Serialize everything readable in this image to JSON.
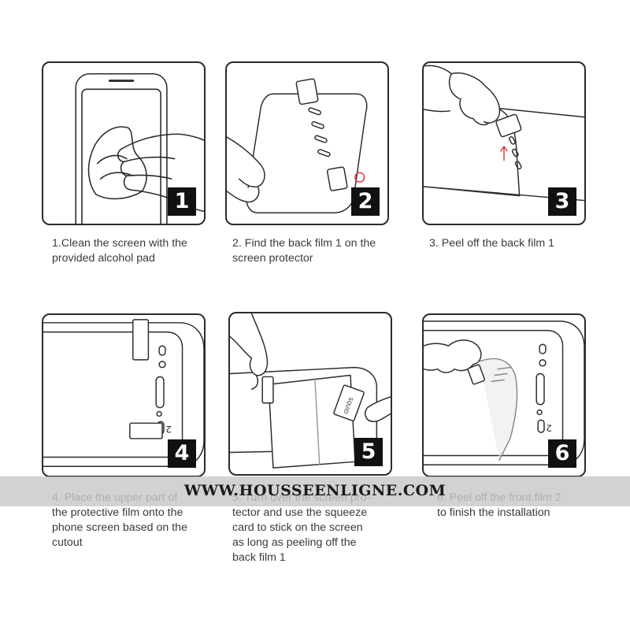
{
  "steps": [
    {
      "number": "1",
      "caption": "1.Clean the screen with the\nprovided alcohol pad"
    },
    {
      "number": "2",
      "caption": "2. Find the back film 1 on the\nscreen protector"
    },
    {
      "number": "3",
      "caption": "3. Peel off the back film 1"
    },
    {
      "number": "4",
      "caption": "4. Place the upper part of\nthe protective film onto the\nphone screen based on the\ncutout"
    },
    {
      "number": "5",
      "caption": "5. Turn over the screen pro-\ntector and use the squeeze\ncard to stick on the screen\nas long as peeling off the\nback film 1"
    },
    {
      "number": "6",
      "caption": "6. Peel off the front film 2\nto finish the installation"
    }
  ],
  "labels": {
    "film_tab_2": "2",
    "card_text": "SQUID"
  },
  "watermark": "WWW.HOUSSEENLIGNE.COM",
  "colors": {
    "line": "#2b2b2b",
    "badge": "#111111",
    "banner": "#c8c8c8",
    "accent": "#e03a3a"
  }
}
